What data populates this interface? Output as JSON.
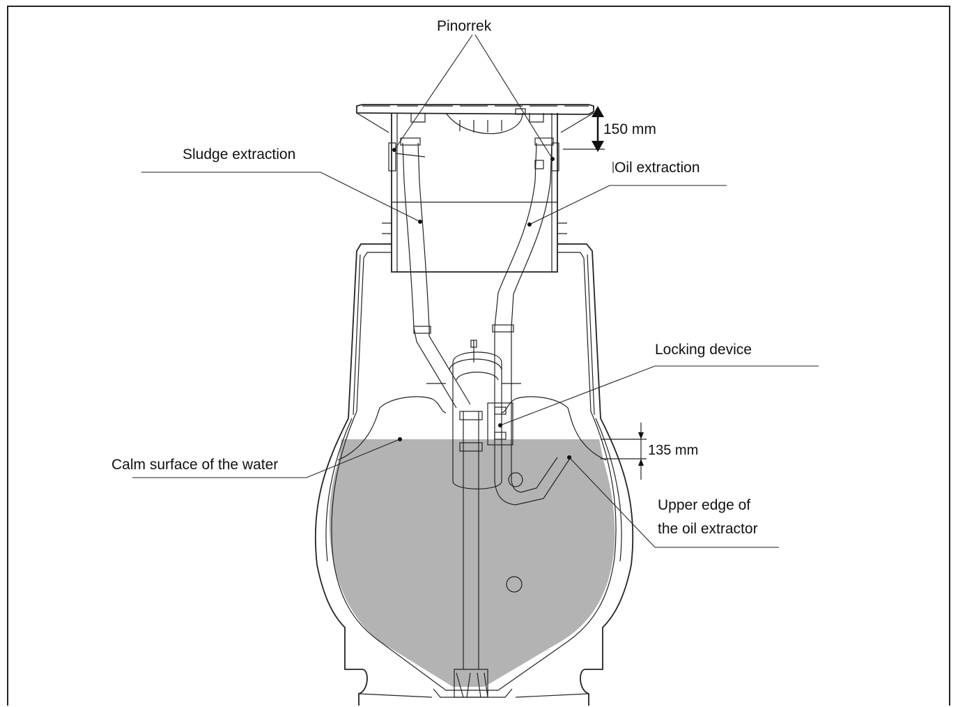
{
  "labels": {
    "pinorrek": "Pinorrek",
    "dim_150": "150 mm",
    "sludge_extraction": "Sludge extraction",
    "oil_extraction": "Oil extraction",
    "locking_device": "Locking device",
    "calm_surface": "Calm surface of the water",
    "dim_135": "135 mm",
    "upper_edge_line1": "Upper edge of",
    "upper_edge_line2": "the oil extractor"
  },
  "colors": {
    "water": "#b3b3b3",
    "line": "#222222",
    "background": "#ffffff"
  }
}
